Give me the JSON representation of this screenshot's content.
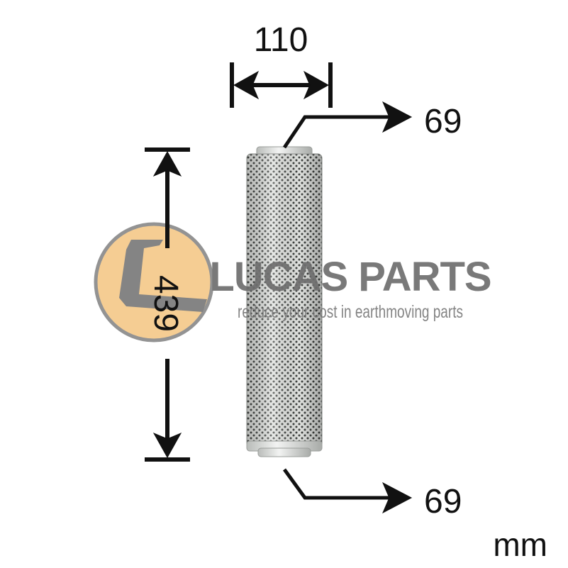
{
  "dimensions": {
    "width": "110",
    "top_diameter": "69",
    "height": "439",
    "bottom_diameter": "69",
    "unit": "mm"
  },
  "watermark": {
    "brand": "LUCAS PARTS",
    "tagline": "reduce your cost in earthmoving parts"
  },
  "colors": {
    "ink": "#111111",
    "logo_fill": "#f5c98a",
    "logo_mark": "#7a7a7a",
    "watermark_text": "#6e6e6e",
    "filter_mesh": "#d9dbd8",
    "filter_hole": "#3f4240"
  }
}
